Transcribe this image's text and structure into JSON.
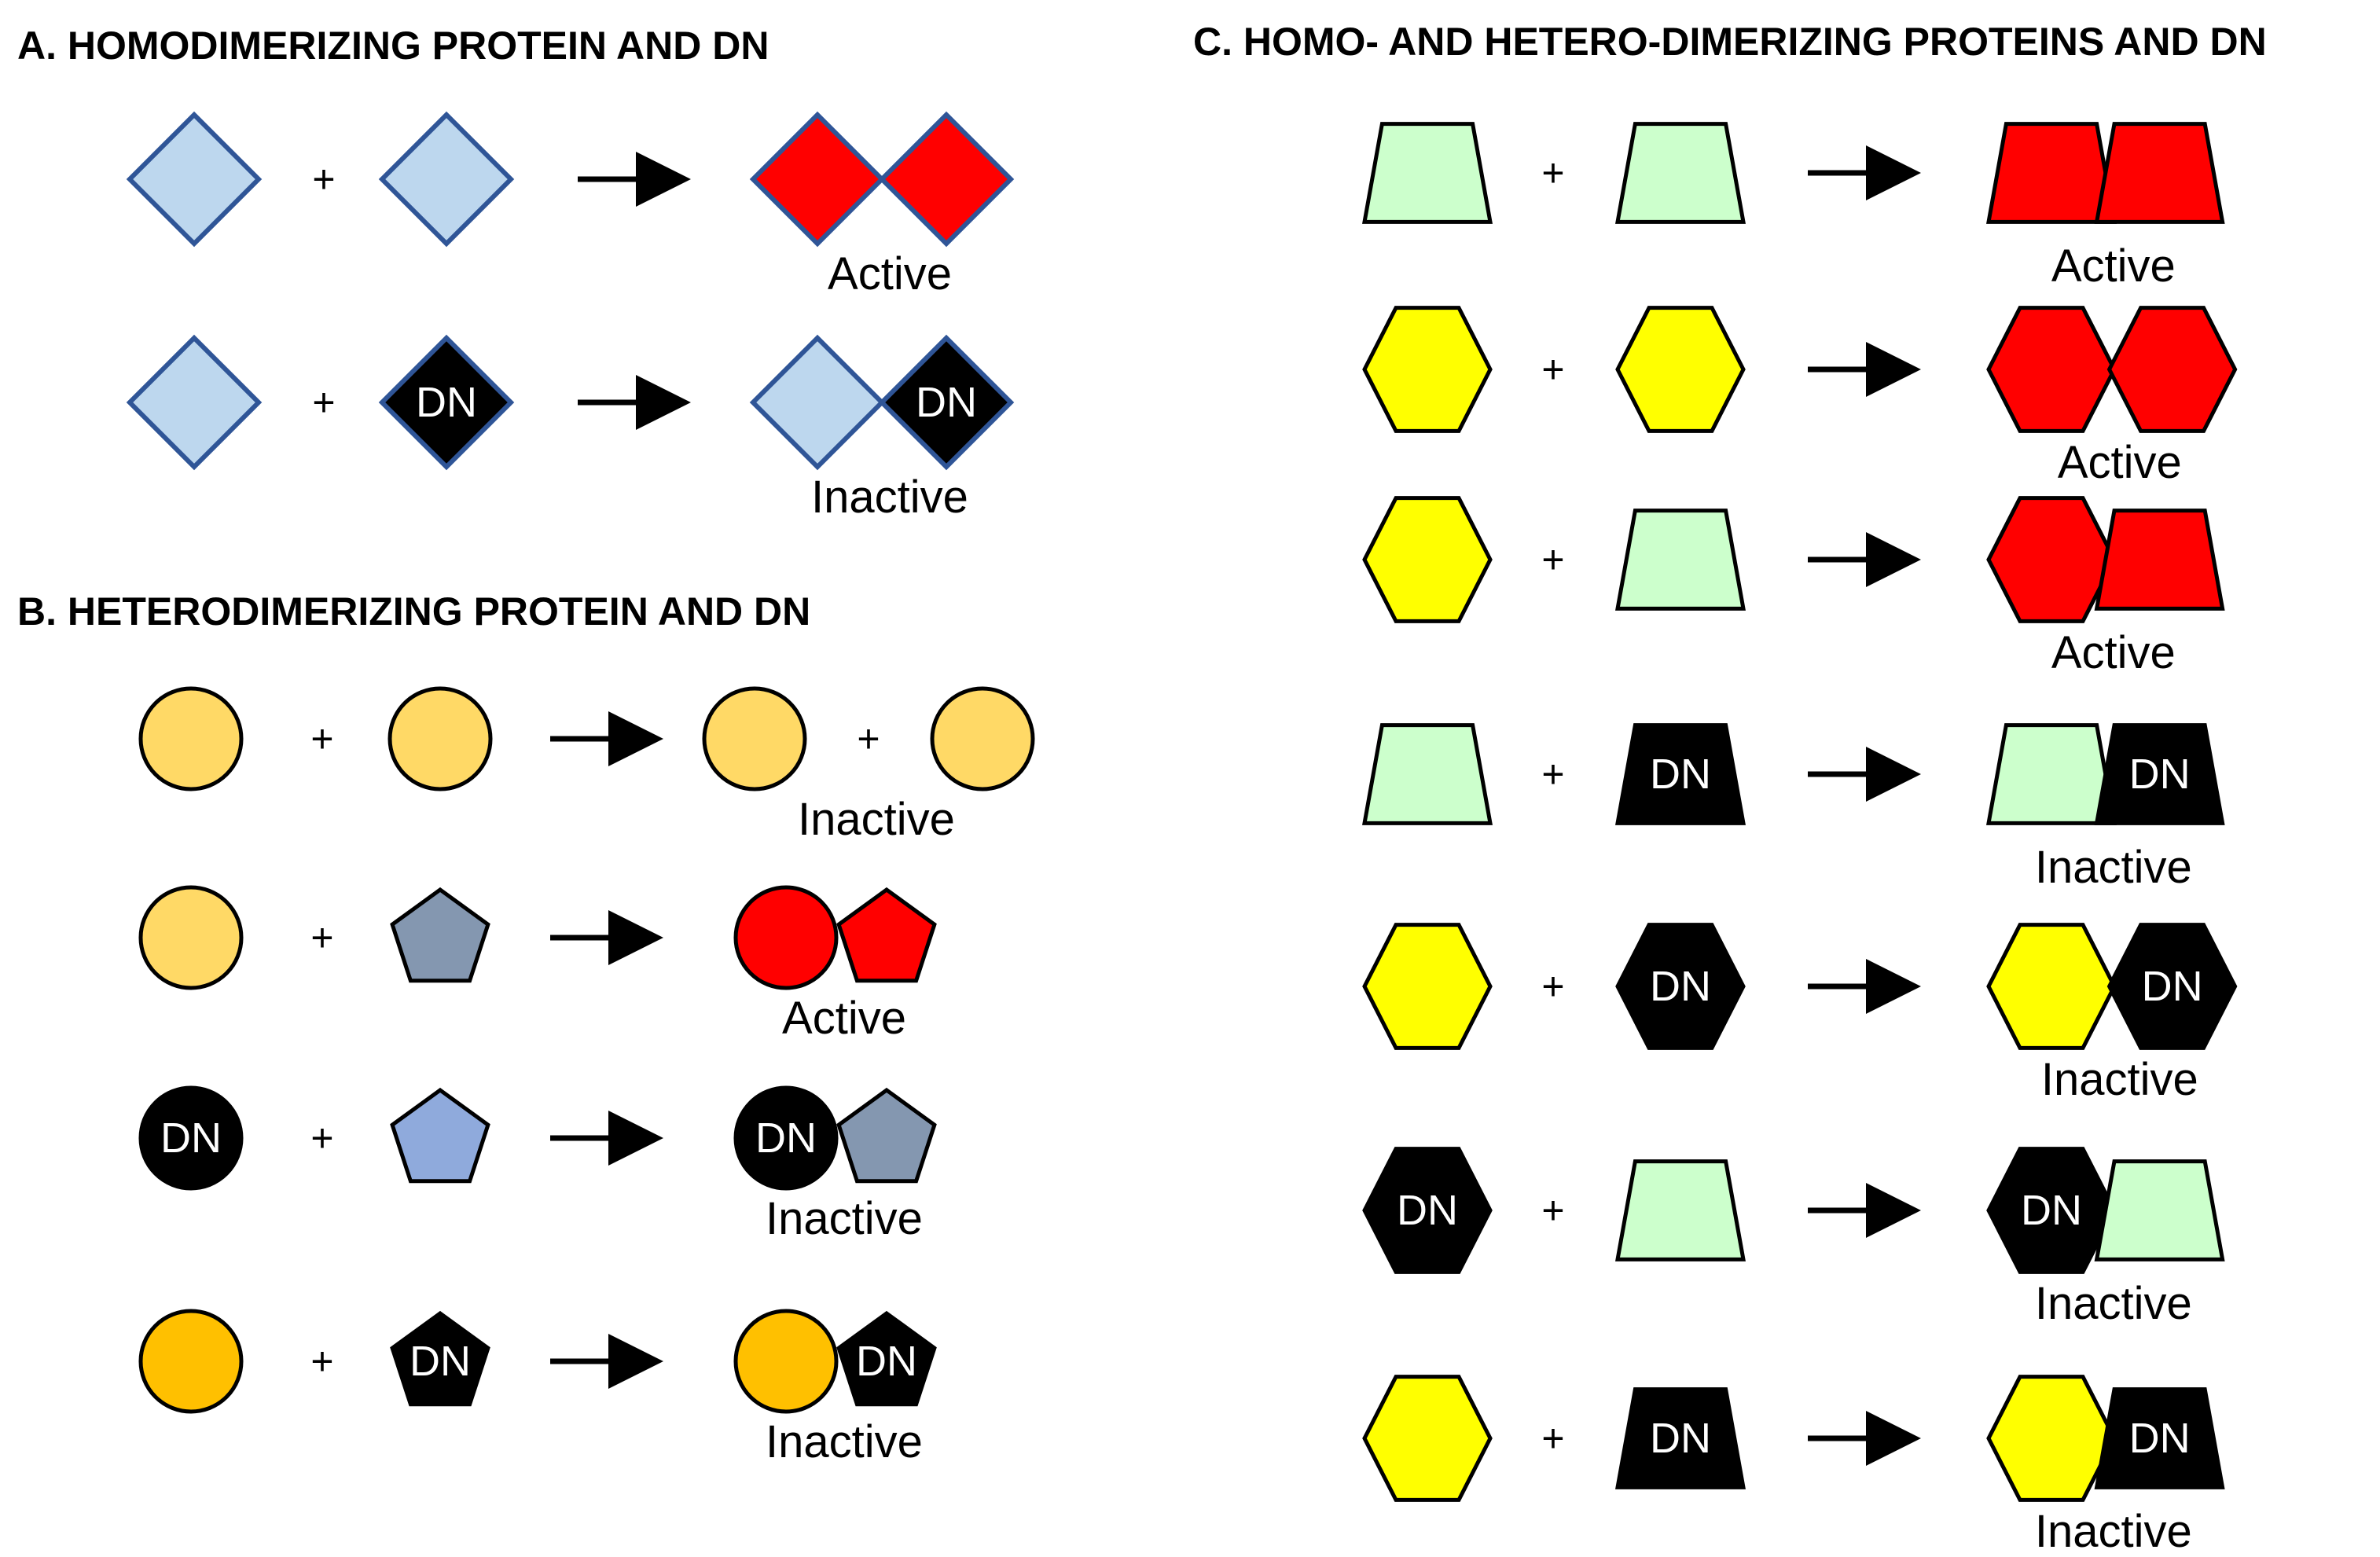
{
  "palette": {
    "light_blue": "#BDD7EE",
    "blue_outline": "#2F5597",
    "red": "#FF0000",
    "black": "#000000",
    "white": "#FFFFFF",
    "light_orange": "#FFD966",
    "orange": "#FFC000",
    "slate_gray": "#8497B0",
    "blue_gray": "#8FAADC",
    "mint": "#CCFFCC",
    "yellow": "#FFFF00"
  },
  "plus_symbol": "+",
  "labels": {
    "dn": "DN",
    "active": "Active",
    "inactive": "Inactive"
  },
  "panels": {
    "a": {
      "heading": "A. HOMODIMERIZING PROTEIN AND DN",
      "reactions": [
        {
          "reactants": [
            {
              "shape": "diamond",
              "fill": "light_blue",
              "dn": false
            },
            {
              "shape": "diamond",
              "fill": "light_blue",
              "dn": false
            }
          ],
          "product_kind": "complex",
          "products": [
            {
              "shape": "diamond",
              "fill": "red",
              "dn": false
            },
            {
              "shape": "diamond",
              "fill": "red",
              "dn": false
            }
          ],
          "outcome": "active"
        },
        {
          "reactants": [
            {
              "shape": "diamond",
              "fill": "light_blue",
              "dn": false
            },
            {
              "shape": "diamond",
              "fill": "black",
              "dn": true
            }
          ],
          "product_kind": "complex",
          "products": [
            {
              "shape": "diamond",
              "fill": "light_blue",
              "dn": false
            },
            {
              "shape": "diamond",
              "fill": "black",
              "dn": true
            }
          ],
          "outcome": "inactive"
        }
      ]
    },
    "b": {
      "heading": "B. HETERODIMERIZING PROTEIN AND DN",
      "reactions": [
        {
          "reactants": [
            {
              "shape": "circle",
              "fill": "light_orange",
              "dn": false
            },
            {
              "shape": "circle",
              "fill": "light_orange",
              "dn": false
            }
          ],
          "product_kind": "separate",
          "products": [
            {
              "shape": "circle",
              "fill": "light_orange",
              "dn": false
            },
            {
              "shape": "circle",
              "fill": "light_orange",
              "dn": false
            }
          ],
          "outcome": "inactive"
        },
        {
          "reactants": [
            {
              "shape": "circle",
              "fill": "light_orange",
              "dn": false
            },
            {
              "shape": "pentagon",
              "fill": "slate_gray",
              "dn": false
            }
          ],
          "product_kind": "complex",
          "products": [
            {
              "shape": "circle",
              "fill": "red",
              "dn": false
            },
            {
              "shape": "pentagon",
              "fill": "red",
              "dn": false
            }
          ],
          "outcome": "active"
        },
        {
          "reactants": [
            {
              "shape": "circle",
              "fill": "black",
              "dn": true
            },
            {
              "shape": "pentagon",
              "fill": "blue_gray",
              "dn": false
            }
          ],
          "product_kind": "complex",
          "products": [
            {
              "shape": "circle",
              "fill": "black",
              "dn": true
            },
            {
              "shape": "pentagon",
              "fill": "slate_gray",
              "dn": false
            }
          ],
          "outcome": "inactive"
        },
        {
          "reactants": [
            {
              "shape": "circle",
              "fill": "orange",
              "dn": false
            },
            {
              "shape": "pentagon",
              "fill": "black",
              "dn": true
            }
          ],
          "product_kind": "complex",
          "products": [
            {
              "shape": "circle",
              "fill": "orange",
              "dn": false
            },
            {
              "shape": "pentagon",
              "fill": "black",
              "dn": true
            }
          ],
          "outcome": "inactive"
        }
      ]
    },
    "c": {
      "heading": "C. HOMO- AND HETERO-DIMERIZING PROTEINS AND DN",
      "reactions": [
        {
          "reactants": [
            {
              "shape": "trapezoid",
              "fill": "mint",
              "dn": false
            },
            {
              "shape": "trapezoid",
              "fill": "mint",
              "dn": false
            }
          ],
          "product_kind": "complex",
          "products": [
            {
              "shape": "trapezoid",
              "fill": "red",
              "dn": false
            },
            {
              "shape": "trapezoid",
              "fill": "red",
              "dn": false
            }
          ],
          "outcome": "active"
        },
        {
          "reactants": [
            {
              "shape": "hexagon",
              "fill": "yellow",
              "dn": false
            },
            {
              "shape": "hexagon",
              "fill": "yellow",
              "dn": false
            }
          ],
          "product_kind": "complex",
          "products": [
            {
              "shape": "hexagon",
              "fill": "red",
              "dn": false
            },
            {
              "shape": "hexagon",
              "fill": "red",
              "dn": false
            }
          ],
          "outcome": "active"
        },
        {
          "reactants": [
            {
              "shape": "hexagon",
              "fill": "yellow",
              "dn": false
            },
            {
              "shape": "trapezoid",
              "fill": "mint",
              "dn": false
            }
          ],
          "product_kind": "complex",
          "products": [
            {
              "shape": "hexagon",
              "fill": "red",
              "dn": false
            },
            {
              "shape": "trapezoid",
              "fill": "red",
              "dn": false
            }
          ],
          "outcome": "active"
        },
        {
          "reactants": [
            {
              "shape": "trapezoid",
              "fill": "mint",
              "dn": false
            },
            {
              "shape": "trapezoid",
              "fill": "black",
              "dn": true
            }
          ],
          "product_kind": "complex",
          "products": [
            {
              "shape": "trapezoid",
              "fill": "mint",
              "dn": false
            },
            {
              "shape": "trapezoid",
              "fill": "black",
              "dn": true
            }
          ],
          "outcome": "inactive"
        },
        {
          "reactants": [
            {
              "shape": "hexagon",
              "fill": "yellow",
              "dn": false
            },
            {
              "shape": "hexagon",
              "fill": "black",
              "dn": true
            }
          ],
          "product_kind": "complex",
          "products": [
            {
              "shape": "hexagon",
              "fill": "yellow",
              "dn": false
            },
            {
              "shape": "hexagon",
              "fill": "black",
              "dn": true
            }
          ],
          "outcome": "inactive"
        },
        {
          "reactants": [
            {
              "shape": "hexagon",
              "fill": "black",
              "dn": true
            },
            {
              "shape": "trapezoid",
              "fill": "mint",
              "dn": false
            }
          ],
          "product_kind": "complex",
          "products": [
            {
              "shape": "hexagon",
              "fill": "black",
              "dn": true
            },
            {
              "shape": "trapezoid",
              "fill": "mint",
              "dn": false
            }
          ],
          "outcome": "inactive"
        },
        {
          "reactants": [
            {
              "shape": "hexagon",
              "fill": "yellow",
              "dn": false
            },
            {
              "shape": "trapezoid",
              "fill": "black",
              "dn": true
            }
          ],
          "product_kind": "complex",
          "products": [
            {
              "shape": "hexagon",
              "fill": "yellow",
              "dn": false
            },
            {
              "shape": "trapezoid",
              "fill": "black",
              "dn": true
            }
          ],
          "outcome": "inactive"
        }
      ]
    }
  }
}
